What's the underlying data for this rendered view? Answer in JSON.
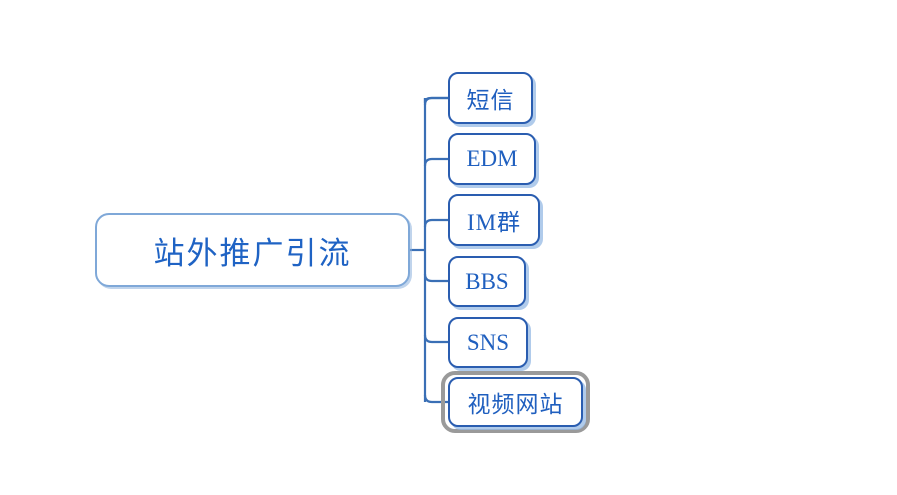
{
  "diagram": {
    "type": "mind-map",
    "title_text": "站外推广引流",
    "background_color": "#ffffff",
    "root": {
      "label": "站外推广引流",
      "border_color": "#7fa8d8",
      "text_color": "#1f63c4"
    },
    "branch_color": "#3a6fb5",
    "children": [
      {
        "label": "短信",
        "selected": false
      },
      {
        "label": "EDM",
        "selected": false
      },
      {
        "label": "IM群",
        "selected": false
      },
      {
        "label": "BBS",
        "selected": false
      },
      {
        "label": "SNS",
        "selected": false
      },
      {
        "label": "视频网站",
        "selected": true
      }
    ],
    "selection": {
      "selected_label": "视频网站",
      "outline_color": "#9a9a9a"
    }
  }
}
